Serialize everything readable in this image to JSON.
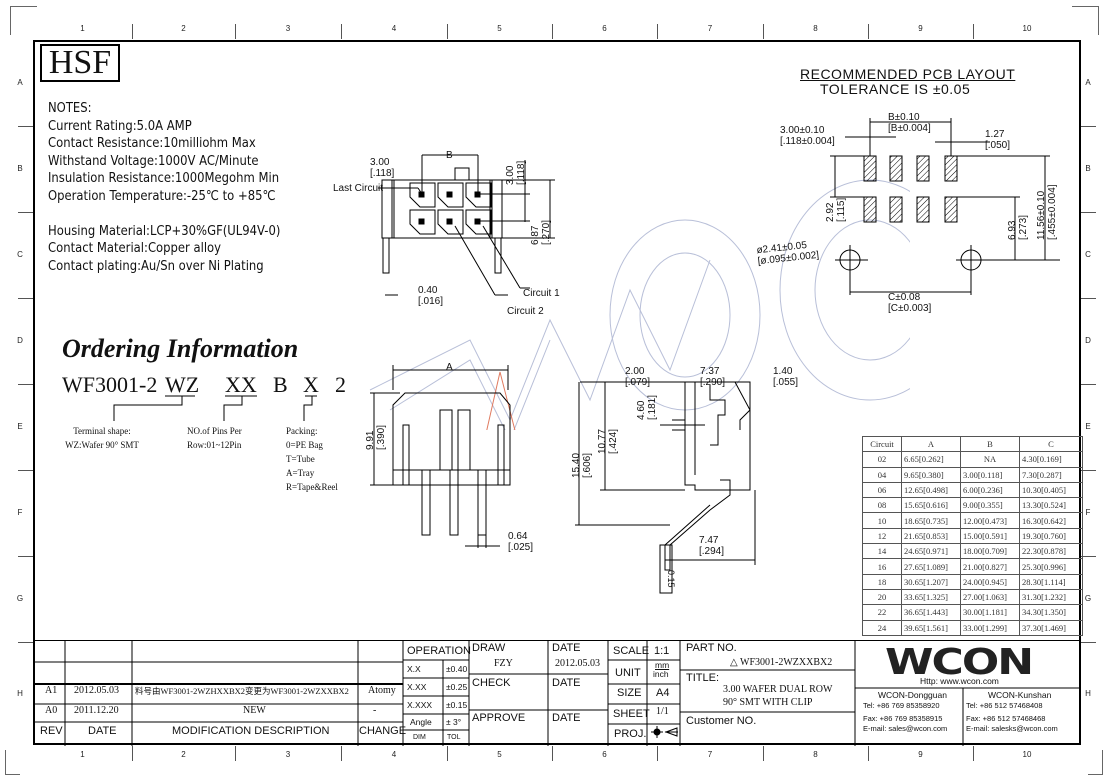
{
  "ruler": {
    "columns": [
      "1",
      "2",
      "3",
      "4",
      "5",
      "6",
      "7",
      "8",
      "9",
      "10"
    ],
    "rows": [
      "A",
      "B",
      "C",
      "D",
      "E",
      "F",
      "G",
      "H"
    ]
  },
  "logo_box": "HSF",
  "notes": {
    "heading": "NOTES:",
    "lines": [
      "Current Rating:5.0A AMP",
      "Contact Resistance:10milliohm Max",
      "Withstand Voltage:1000V AC/Minute",
      "Insulation Resistance:1000Megohm Min",
      "Operation Temperature:-25℃ to +85℃",
      "",
      "Housing Material:LCP+30%GF(UL94V-0)",
      "Contact Material:Copper alloy",
      "Contact plating:Au/Sn over Ni Plating"
    ]
  },
  "ordering": {
    "title": "Ordering Information",
    "code_parts": [
      "WF3001-2",
      "WZ",
      "XX",
      "B",
      "X",
      "2"
    ],
    "terminal_label": [
      "Terminal shape:",
      "WZ:Wafer 90° SMT"
    ],
    "pins_label": [
      "NO.of Pins Per",
      "Row:01~12Pin"
    ],
    "packing_label": [
      "Packing:",
      "0=PE Bag",
      "T=Tube",
      "A=Tray",
      "R=Tape&Reel"
    ]
  },
  "top_view": {
    "dim_pitch": [
      "3.00",
      "[.118]"
    ],
    "dim_b": "B",
    "dim_vert_pitch": [
      "3.00",
      "[.118]"
    ],
    "dim_height": [
      "6.87",
      "[.270]"
    ],
    "dim_tail": [
      "0.40",
      "[.016]"
    ],
    "last_circuit": "Last Circuit",
    "circuit1": "Circuit 1",
    "circuit2": "Circuit 2"
  },
  "front_view": {
    "dim_a": "A",
    "dim_height": [
      "9.91",
      "[.390]"
    ],
    "dim_pin": [
      "0.64",
      "[.025]"
    ]
  },
  "side_view": {
    "dim_200": [
      "2.00",
      "[.079]"
    ],
    "dim_737": [
      "7.37",
      "[.290]"
    ],
    "dim_140": [
      "1.40",
      "[.055]"
    ],
    "dim_460": [
      "4.60",
      "[.181]"
    ],
    "dim_1077": [
      "10.77",
      "[.424]"
    ],
    "dim_1540": [
      "15.40",
      "[.606]"
    ],
    "dim_747": [
      "7.47",
      "[.294]"
    ],
    "flatness": "0.15"
  },
  "pcb_layout": {
    "title": "RECOMMENDED PCB LAYOUT",
    "tolerance": "TOLERANCE IS ±0.05",
    "dim_b": [
      "B±0.10",
      "[B±0.004]"
    ],
    "dim_pitch": [
      "3.00±0.10",
      "[.118±0.004]"
    ],
    "dim_pad": [
      "1.27",
      "[.050]"
    ],
    "dim_row": [
      "2.92",
      "[.115]"
    ],
    "dim_693": [
      "6.93",
      "[.273]"
    ],
    "dim_1156": [
      "11.56±0.10",
      "[.455±0.004]"
    ],
    "dim_hole": [
      "ø2.41±0.05",
      "[ø.095±0.002]"
    ],
    "dim_c": [
      "C±0.08",
      "[C±0.003]"
    ]
  },
  "circuit_table": {
    "headers": [
      "Circuit",
      "A",
      "B",
      "C"
    ],
    "rows": [
      [
        "02",
        "6.65[0.262]",
        "NA",
        "4.30[0.169]"
      ],
      [
        "04",
        "9.65[0.380]",
        "3.00[0.118]",
        "7.30[0.287]"
      ],
      [
        "06",
        "12.65[0.498]",
        "6.00[0.236]",
        "10.30[0.405]"
      ],
      [
        "08",
        "15.65[0.616]",
        "9.00[0.355]",
        "13.30[0.524]"
      ],
      [
        "10",
        "18.65[0.735]",
        "12.00[0.473]",
        "16.30[0.642]"
      ],
      [
        "12",
        "21.65[0.853]",
        "15.00[0.591]",
        "19.30[0.760]"
      ],
      [
        "14",
        "24.65[0.971]",
        "18.00[0.709]",
        "22.30[0.878]"
      ],
      [
        "16",
        "27.65[1.089]",
        "21.00[0.827]",
        "25.30[0.996]"
      ],
      [
        "18",
        "30.65[1.207]",
        "24.00[0.945]",
        "28.30[1.114]"
      ],
      [
        "20",
        "33.65[1.325]",
        "27.00[1.063]",
        "31.30[1.232]"
      ],
      [
        "22",
        "36.65[1.443]",
        "30.00[1.181]",
        "34.30[1.350]"
      ],
      [
        "24",
        "39.65[1.561]",
        "33.00[1.299]",
        "37.30[1.469]"
      ]
    ]
  },
  "revisions": {
    "headers": [
      "REV",
      "DATE",
      "MODIFICATION DESCRIPTION",
      "CHANGE"
    ],
    "rows": [
      [
        "A1",
        "2012.05.03",
        "料号由WF3001-2WZHXXBX2变更为WF3001-2WZXXBX2",
        "Atomy"
      ],
      [
        "A0",
        "2011.12.20",
        "NEW",
        "-"
      ]
    ]
  },
  "tolerances": {
    "title": "OPERATION",
    "rows": [
      [
        "X.X",
        "±0.40"
      ],
      [
        "X.XX",
        "±0.25"
      ],
      [
        "X.XXX",
        "±0.15"
      ],
      [
        "Angle",
        "± 3°"
      ]
    ],
    "footer": [
      "DIM",
      "TOL"
    ]
  },
  "title_block": {
    "draw_label": "DRAW",
    "draw_value": "FZY",
    "date_label": "DATE",
    "date_value": "2012.05.03",
    "check_label": "CHECK",
    "check_date_label": "DATE",
    "approve_label": "APPROVE",
    "approve_date_label": "DATE",
    "scale_label": "SCALE",
    "scale_value": "1:1",
    "unit_label": "UNIT",
    "unit_value_top": "mm",
    "unit_value_bottom": "inch",
    "size_label": "SIZE",
    "size_value": "A4",
    "sheet_label": "SHEET",
    "sheet_value": "1/1",
    "proj_label": "PROJ.",
    "part_no_label": "PART NO.",
    "part_no_value": "WF3001-2WZXXBX2",
    "title_label": "TITLE:",
    "title_line1": "3.00 WAFER DUAL ROW",
    "title_line2": "90° SMT WITH CLIP",
    "customer_label": "Customer NO."
  },
  "company": {
    "logo": "WCON",
    "website": "Http: www.wcon.com",
    "dongguan": {
      "name": "WCON-Dongguan",
      "tel": "Tel: +86 769 85358920",
      "fax": "Fax: +86 769 85358915",
      "email": "E-mail: sales@wcon.com"
    },
    "kunshan": {
      "name": "WCON-Kunshan",
      "tel": "Tel: +86 512 57468408",
      "fax": "Fax: +86 512 57468468",
      "email": "E-mail: salesks@wcon.com"
    }
  },
  "watermark": "WCON"
}
